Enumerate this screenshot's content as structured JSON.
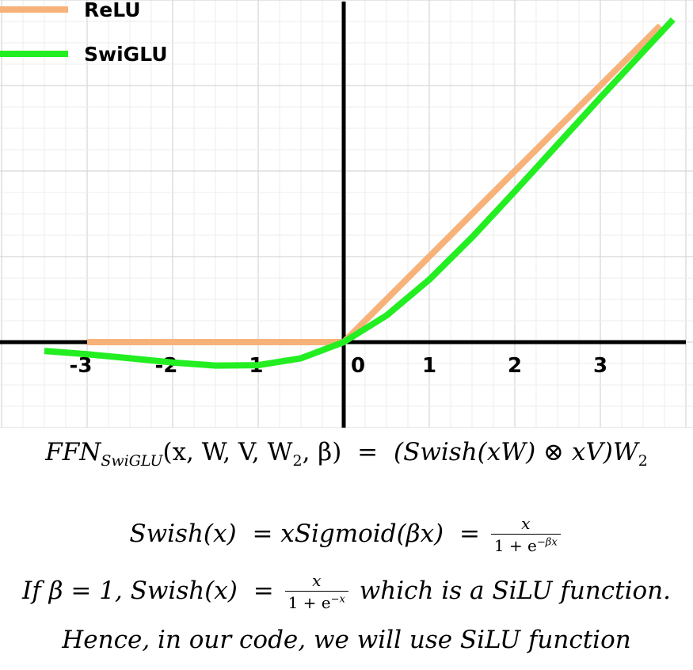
{
  "chart_data": {
    "type": "line",
    "xlim": [
      -3.9,
      3.9
    ],
    "ylim": [
      -1,
      3.9
    ],
    "grid": true,
    "legend_position": "top-left",
    "x_ticks": [
      -3,
      -2,
      -1,
      0,
      1,
      2,
      3
    ],
    "x_tick_labels": [
      "-3",
      "-2",
      "-1",
      "0",
      "1",
      "2",
      "3"
    ],
    "series": [
      {
        "name": "ReLU",
        "color": "#f7b27a",
        "x": [
          -3.0,
          0.0,
          3.7
        ],
        "y": [
          0.0,
          0.0,
          3.7
        ]
      },
      {
        "name": "SwiGLU",
        "color": "#22ee22",
        "x": [
          -3.5,
          -3.0,
          -2.5,
          -2.0,
          -1.5,
          -1.0,
          -0.5,
          0.0,
          0.5,
          1.0,
          1.5,
          2.0,
          2.5,
          3.0,
          3.5,
          3.85
        ],
        "y": [
          -0.103,
          -0.142,
          -0.189,
          -0.238,
          -0.274,
          -0.269,
          -0.189,
          0.0,
          0.311,
          0.731,
          1.226,
          1.762,
          2.31,
          2.858,
          3.395,
          3.771
        ]
      }
    ]
  },
  "equations": {
    "ffn": {
      "lhs": "FFN",
      "sub": "SwiGLU",
      "args": "(x, W, V, W",
      "args_sub": "2",
      "args_end": ", β)",
      "equals": "=",
      "rhs": "(Swish(xW) ⊗ xV)W",
      "rhs_sub": "2"
    },
    "swish": {
      "lhs": "Swish(x)",
      "eq1": "= xSigmoid(βx)",
      "eq2": "=",
      "num": "x",
      "den": "1 + e",
      "den_sup": "−βx"
    },
    "beta": {
      "prefix": "If β = 1,",
      "lhs": "Swish(x)",
      "eq": "=",
      "num": "x",
      "den": "1 + e",
      "den_sup": "−x",
      "suffix": "which is a SiLU function."
    },
    "hence": "Hence, in our code, we will use SiLU function"
  }
}
